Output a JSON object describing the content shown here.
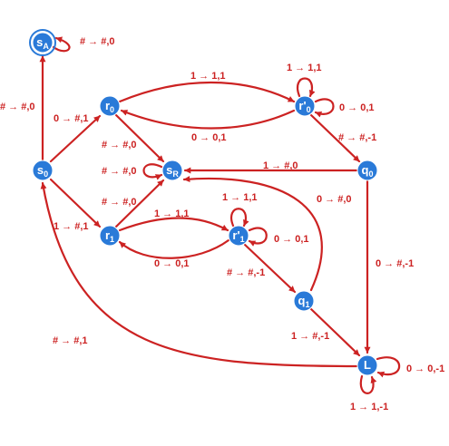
{
  "colors": {
    "edge": "#cc2222",
    "label": "#cc2222",
    "node_fill": "#2a7ad8",
    "node_stroke": "#ffffff",
    "node_text": "#ffffff"
  },
  "nodes": {
    "sA": {
      "label": "s",
      "sub": "A",
      "accepting": true
    },
    "s0": {
      "label": "s",
      "sub": "0"
    },
    "r0": {
      "label": "r",
      "sub": "0"
    },
    "r1": {
      "label": "r",
      "sub": "1"
    },
    "sR": {
      "label": "s",
      "sub": "R"
    },
    "rp0": {
      "label": "r'",
      "sub": "0"
    },
    "rp1": {
      "label": "r'",
      "sub": "1"
    },
    "q0": {
      "label": "q",
      "sub": "0"
    },
    "q1": {
      "label": "q",
      "sub": "1"
    },
    "L": {
      "label": "L",
      "sub": ""
    }
  },
  "edges": [
    {
      "from": "s0",
      "to": "sA",
      "input": "#",
      "output": "#,0"
    },
    {
      "from": "sA",
      "to": "sA",
      "input": "#",
      "output": "#,0"
    },
    {
      "from": "s0",
      "to": "r0",
      "input": "0",
      "output": "#,1"
    },
    {
      "from": "s0",
      "to": "r1",
      "input": "1",
      "output": "#,1"
    },
    {
      "from": "r0",
      "to": "rp0",
      "input": "1",
      "output": "1,1"
    },
    {
      "from": "rp0",
      "to": "r0",
      "input": "0",
      "output": "0,1"
    },
    {
      "from": "rp0",
      "to": "rp0",
      "input": "1",
      "output": "1,1"
    },
    {
      "from": "rp0",
      "to": "rp0",
      "input": "0",
      "output": "0,1"
    },
    {
      "from": "r0",
      "to": "sR",
      "input": "#",
      "output": "#,0"
    },
    {
      "from": "sR",
      "to": "sR",
      "input": "#",
      "output": "#,0"
    },
    {
      "from": "r1",
      "to": "sR",
      "input": "#",
      "output": "#,0"
    },
    {
      "from": "rp0",
      "to": "q0",
      "input": "#",
      "output": "#,-1"
    },
    {
      "from": "q0",
      "to": "sR",
      "input": "1",
      "output": "#,0"
    },
    {
      "from": "q0",
      "to": "L",
      "input": "0",
      "output": "#,-1"
    },
    {
      "from": "r1",
      "to": "rp1",
      "input": "1",
      "output": "1,1"
    },
    {
      "from": "rp1",
      "to": "r1",
      "input": "0",
      "output": "0,1"
    },
    {
      "from": "rp1",
      "to": "rp1",
      "input": "1",
      "output": "1,1"
    },
    {
      "from": "rp1",
      "to": "rp1",
      "input": "0",
      "output": "0,1"
    },
    {
      "from": "rp1",
      "to": "q1",
      "input": "#",
      "output": "#,-1"
    },
    {
      "from": "q1",
      "to": "sR",
      "input": "0",
      "output": "#,0"
    },
    {
      "from": "q1",
      "to": "L",
      "input": "1",
      "output": "#,-1"
    },
    {
      "from": "L",
      "to": "s0",
      "input": "#",
      "output": "#,1"
    },
    {
      "from": "L",
      "to": "L",
      "input": "0",
      "output": "0,-1"
    },
    {
      "from": "L",
      "to": "L",
      "input": "1",
      "output": "1,-1"
    }
  ]
}
